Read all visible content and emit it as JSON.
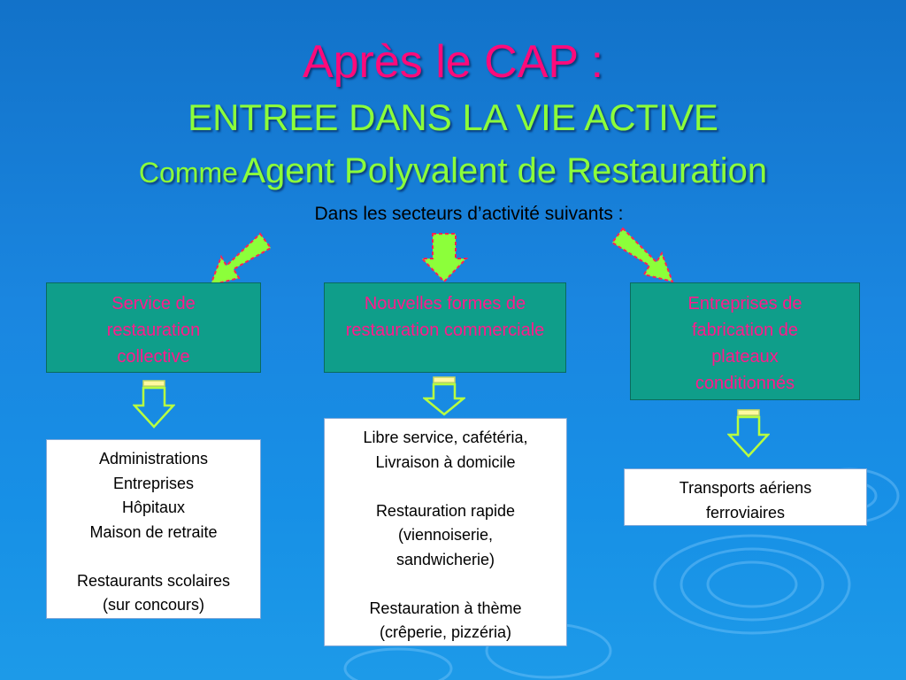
{
  "slide": {
    "title": "Après le CAP :",
    "subtitle": "ENTREE DANS LA VIE ACTIVE",
    "subtitle2_small": "Comme",
    "subtitle2_big": "Agent Polyvalent de Restauration",
    "intro": "Dans les secteurs d’activité suivants :"
  },
  "colors": {
    "title": "#ff0a7a",
    "subtitle": "#8cff3a",
    "box_fill": "#0f9e8a",
    "box_text": "#ff1a8c",
    "arrow_fill": "#8cff3a",
    "arrow_border": "#ff2255"
  },
  "sectors": [
    {
      "label": "Service de restauration collective",
      "details": [
        "Administrations",
        "Entreprises",
        "Hôpitaux",
        "Maison de retraite",
        "",
        "Restaurants scolaires",
        "(sur concours)"
      ]
    },
    {
      "label": "Nouvelles formes de restauration commerciale",
      "details": [
        "Libre service, cafétéria,",
        "Livraison à domicile",
        "",
        "Restauration rapide",
        "(viennoiserie,",
        "sandwicherie)",
        "",
        "Restauration à thème",
        "(crêperie, pizzéria)"
      ]
    },
    {
      "label": "Entreprises de fabrication de plateaux conditionnés",
      "details": [
        "Transports aériens",
        "ferroviaires"
      ]
    }
  ]
}
